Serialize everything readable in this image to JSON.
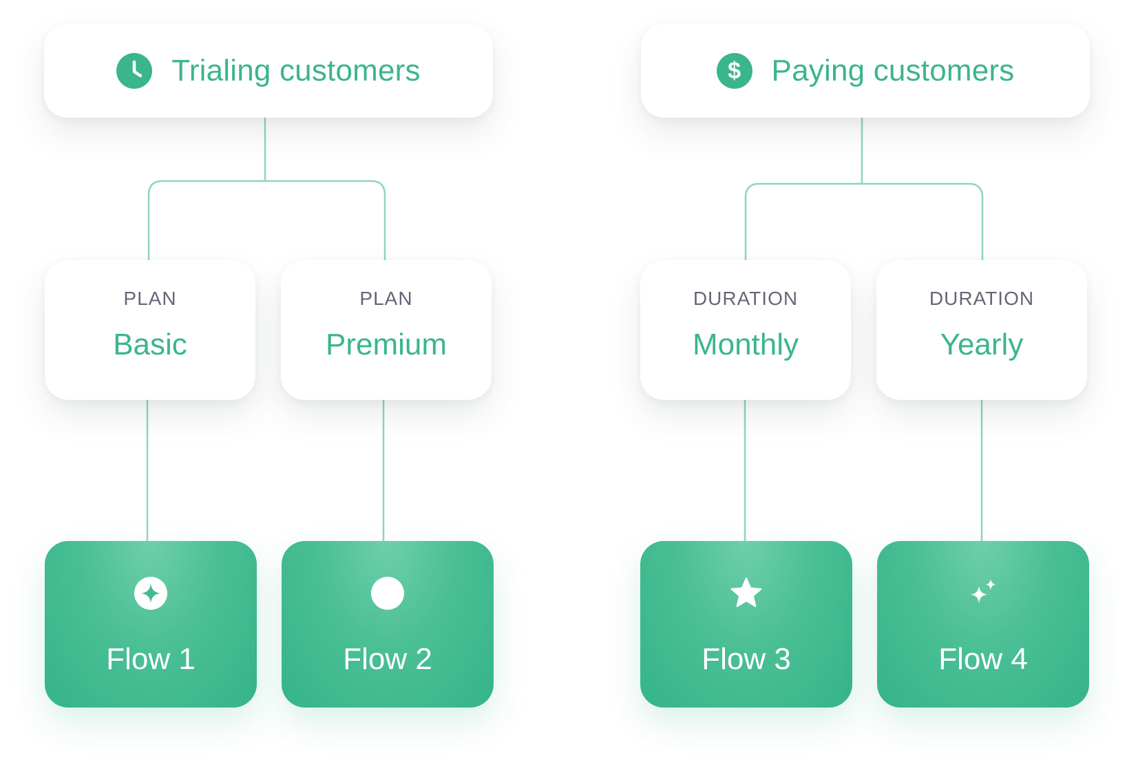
{
  "colors": {
    "accent": "#3bb58c",
    "label": "#6a6378",
    "connector": "#8fd6bc"
  },
  "groups": [
    {
      "title": "Trialing customers",
      "icon": "clock-icon",
      "branches": [
        {
          "label": "PLAN",
          "value": "Basic",
          "flow": "Flow 1",
          "flow_icon": "sparkle-circle-icon"
        },
        {
          "label": "PLAN",
          "value": "Premium",
          "flow": "Flow 2",
          "flow_icon": "circle-icon"
        }
      ]
    },
    {
      "title": "Paying customers",
      "icon": "dollar-icon",
      "dollar_glyph": "$",
      "branches": [
        {
          "label": "DURATION",
          "value": "Monthly",
          "flow": "Flow 3",
          "flow_icon": "star-icon"
        },
        {
          "label": "DURATION",
          "value": "Yearly",
          "flow": "Flow 4",
          "flow_icon": "sparkles-icon"
        }
      ]
    }
  ]
}
